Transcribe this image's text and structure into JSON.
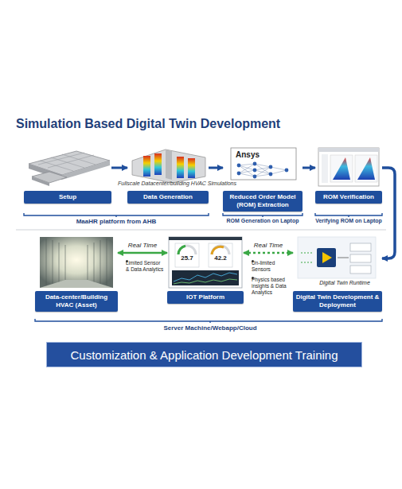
{
  "diagram": {
    "title": "Simulation Based Digital Twin Development",
    "nodes": [
      {
        "text": [
          "Setup"
        ]
      },
      {
        "text": [
          "Data Generation"
        ]
      },
      {
        "text": [
          "Reduced Order Model (ROM) Extraction"
        ]
      },
      {
        "text": [
          "ROM Verification"
        ]
      },
      {
        "text": [
          "Data-center/Building HVAC (Asset)"
        ]
      },
      {
        "text": [
          "IOT Platform"
        ]
      },
      {
        "text": [
          "Digital Twin Development & Deployment"
        ]
      },
      {
        "text": [
          "Customization & Application Development Training"
        ]
      }
    ],
    "edges": [
      {
        "from": 0,
        "to": 1,
        "arrow": "to"
      },
      {
        "from": 1,
        "to": 2,
        "arrow": "to"
      },
      {
        "from": 2,
        "to": 3,
        "arrow": "to"
      },
      {
        "from": 3,
        "to": 6,
        "arrow": "to"
      },
      {
        "from": 4,
        "to": 5,
        "label": "Real Time",
        "arrow": "both"
      },
      {
        "from": 5,
        "to": 6,
        "label": "Real Time",
        "arrow": "both"
      }
    ],
    "labels": [
      "Fullscale Datacenter/building HVAC Simulations",
      "Ansys",
      "MaaHR platform from AHB",
      "ROM Generation on Laptop",
      "Verifying ROM on Laptop",
      "25.7",
      "42.2",
      "Limited Sensor & Data Analytics",
      "Un-limited Sensors",
      "Physics based insights & Data Analytics",
      "Digital Twin Runtime",
      "Server Machine/Webapp/Cloud"
    ]
  }
}
